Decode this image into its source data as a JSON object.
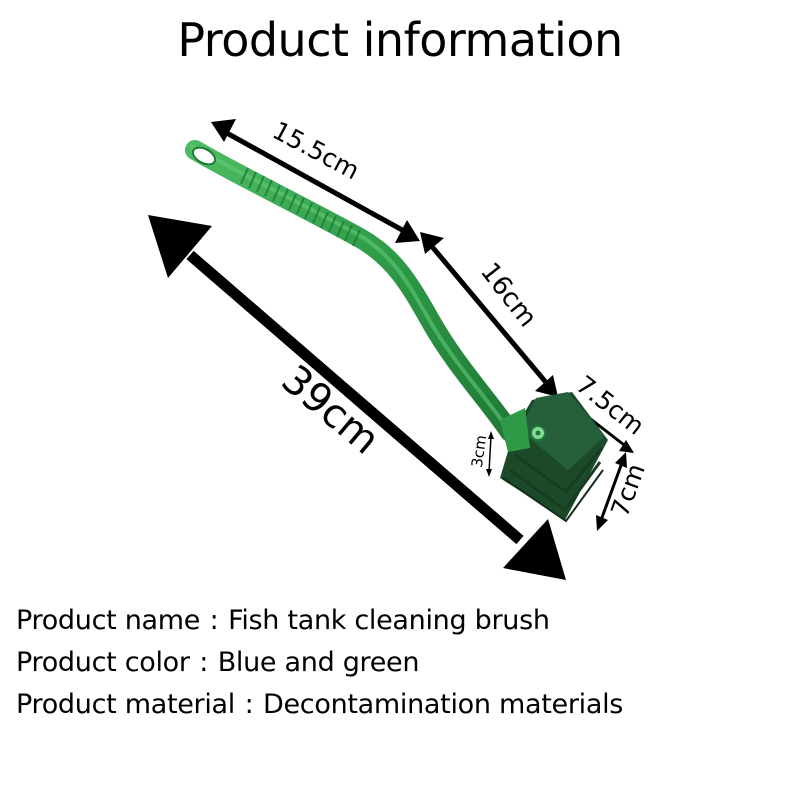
{
  "title": "Product information",
  "dimensions": {
    "total_length": "39cm",
    "handle_length": "15.5cm",
    "neck_length": "16cm",
    "head_width": "7.5cm",
    "head_height": "7cm",
    "head_thickness": "3cm"
  },
  "info": {
    "name_label": "Product name",
    "name_value": "Fish tank cleaning brush",
    "color_label": "Product color",
    "color_value": "Blue and green",
    "material_label": "Product material",
    "material_value": "Decontamination materials",
    "separator": ":"
  },
  "colors": {
    "handle_green": "#2e9a48",
    "sponge_green": "#1f4f2c",
    "arrow": "#000000"
  }
}
